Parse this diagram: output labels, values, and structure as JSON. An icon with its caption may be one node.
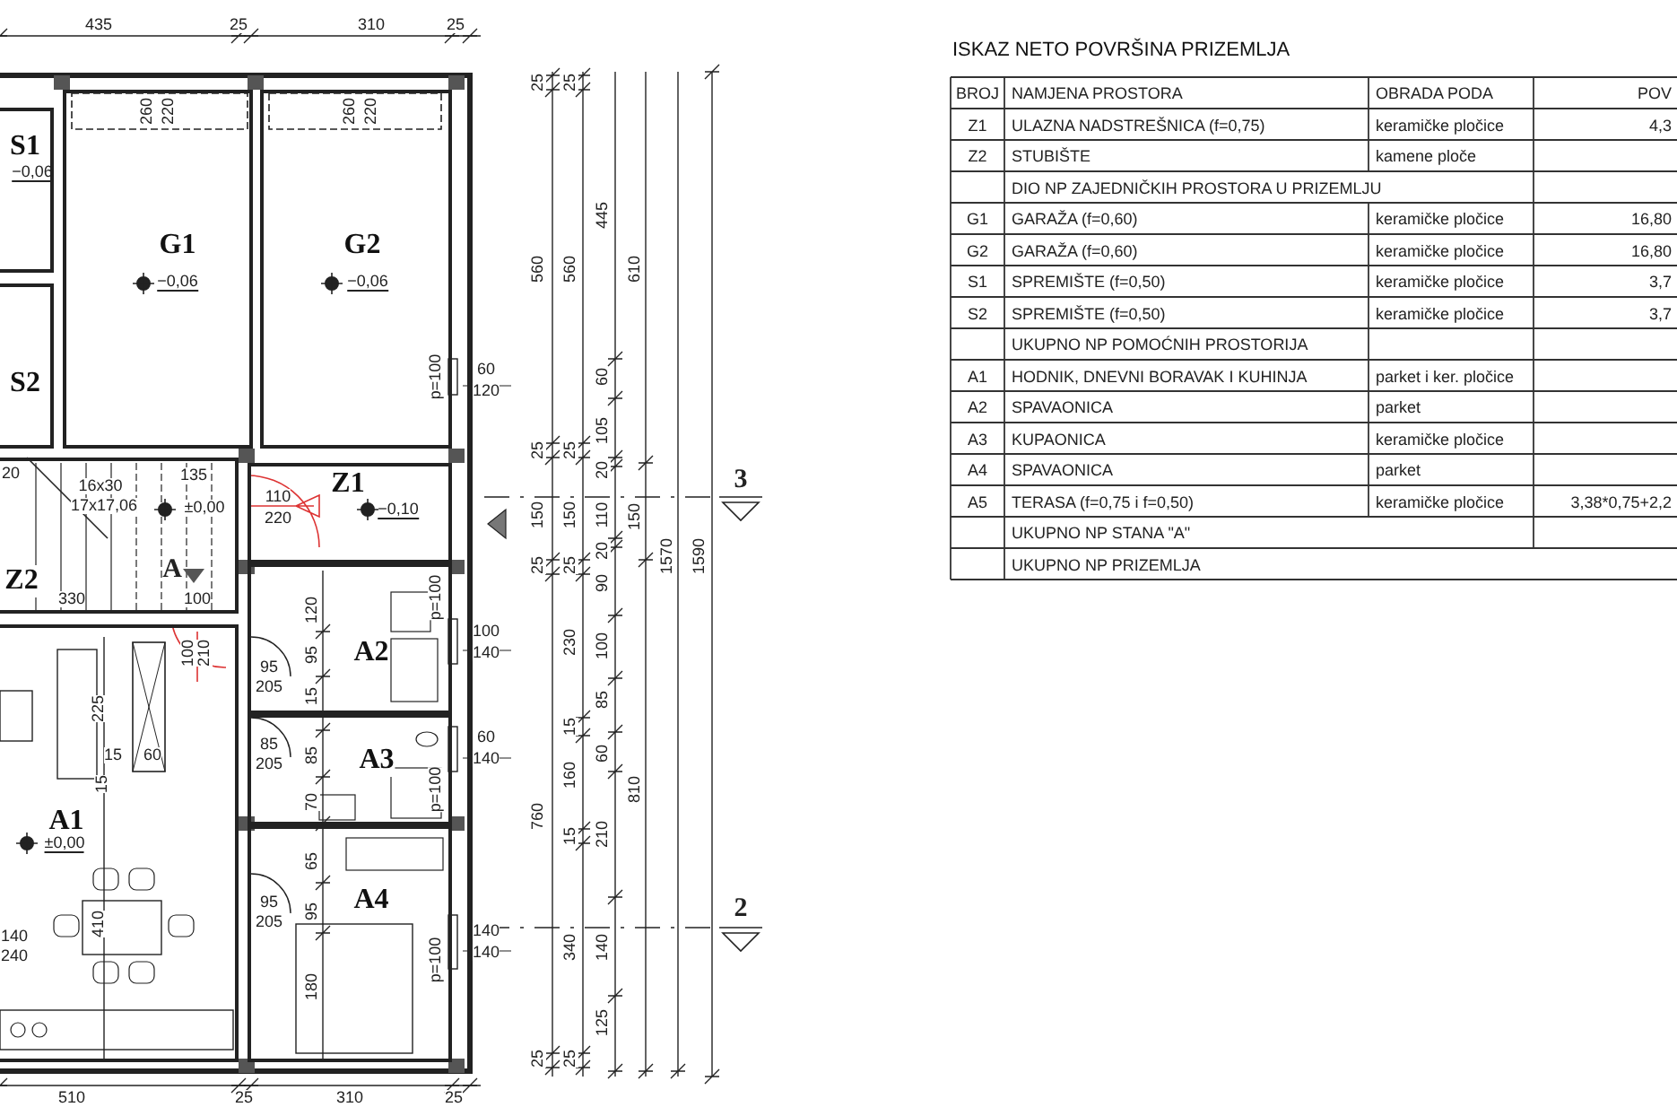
{
  "diagram": {
    "title": "ISKAZ NETO POVRŠINA PRIZEMLJA",
    "nodes": [
      {
        "text": [
          "S1",
          "−0,06"
        ]
      },
      {
        "text": [
          "S2"
        ]
      },
      {
        "text": [
          "G1",
          "−0,06"
        ]
      },
      {
        "text": [
          "G2",
          "−0,06"
        ]
      },
      {
        "text": [
          "Z2"
        ]
      },
      {
        "text": [
          "Z1",
          "−0,10"
        ]
      },
      {
        "text": [
          "A1",
          "±0,00"
        ]
      },
      {
        "text": [
          "A2"
        ]
      },
      {
        "text": [
          "A3"
        ]
      },
      {
        "text": [
          "A4"
        ]
      }
    ],
    "edges": [],
    "labels": [
      "435",
      "25",
      "310",
      "25",
      "260",
      "220",
      "260",
      "220",
      "60",
      "120",
      "20",
      "16x30",
      "17x17,06",
      "135",
      "±0,00",
      "110",
      "220",
      "A",
      "330",
      "100",
      "100",
      "210",
      "225",
      "95",
      "205",
      "85",
      "205",
      "15",
      "60",
      "15",
      "95",
      "205",
      "410",
      "140",
      "240",
      "120",
      "95",
      "15",
      "85",
      "70",
      "65",
      "95",
      "180",
      "100",
      "140",
      "60",
      "140",
      "140",
      "140",
      "p=100",
      "p=100",
      "p=100",
      "p=100",
      "25",
      "560",
      "25",
      "150",
      "25",
      "760",
      "25",
      "25",
      "560",
      "25",
      "150",
      "25",
      "230",
      "15",
      "160",
      "15",
      "340",
      "25",
      "445",
      "60",
      "105",
      "20",
      "110",
      "20",
      "90",
      "100",
      "85",
      "60",
      "210",
      "140",
      "125",
      "610",
      "150",
      "810",
      "1570",
      "1590",
      "3",
      "2",
      "510",
      "25",
      "310",
      "25",
      "BROJ",
      "NAMJENA PROSTORA",
      "OBRADA PODA",
      "POV",
      "Z1",
      "ULAZNA NADSTREŠNICA (f=0,75)",
      "keramičke pločice",
      "4,3",
      "Z2",
      "STUBIŠTE",
      "kamene ploče",
      "DIO NP ZAJEDNIČKIH PROSTORA U PRIZEMLJU",
      "G1",
      "GARAŽA (f=0,60)",
      "keramičke pločice",
      "16,80",
      "G2",
      "GARAŽA (f=0,60)",
      "keramičke pločice",
      "16,80",
      "S1",
      "SPREMIŠTE (f=0,50)",
      "keramičke pločice",
      "3,7",
      "S2",
      "SPREMIŠTE (f=0,50)",
      "keramičke pločice",
      "3,7",
      "UKUPNO NP POMOĆNIH PROSTORIJA",
      "A1",
      "HODNIK, DNEVNI BORAVAK I KUHINJA",
      "parket i ker. pločice",
      "A2",
      "SPAVAONICA",
      "parket",
      "A3",
      "KUPAONICA",
      "keramičke pločice",
      "A4",
      "SPAVAONICA",
      "parket",
      "A5",
      "TERASA (f=0,75 i f=0,50)",
      "keramičke pločice",
      "3,38*0,75+2,2",
      "UKUPNO NP STANA \"A\"",
      "UKUPNO NP PRIZEMLJA"
    ]
  }
}
